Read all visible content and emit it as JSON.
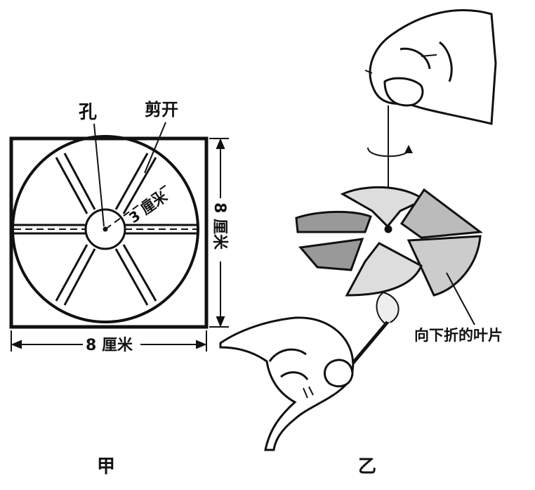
{
  "figure_a": {
    "hole_label": "孔",
    "cut_label": "剪开",
    "radius_label": "3 厘米",
    "width_label": "8 厘米",
    "height_label": "8 厘米",
    "caption": "甲"
  },
  "figure_b": {
    "blade_label": "向下折的叶片",
    "caption": "乙"
  }
}
